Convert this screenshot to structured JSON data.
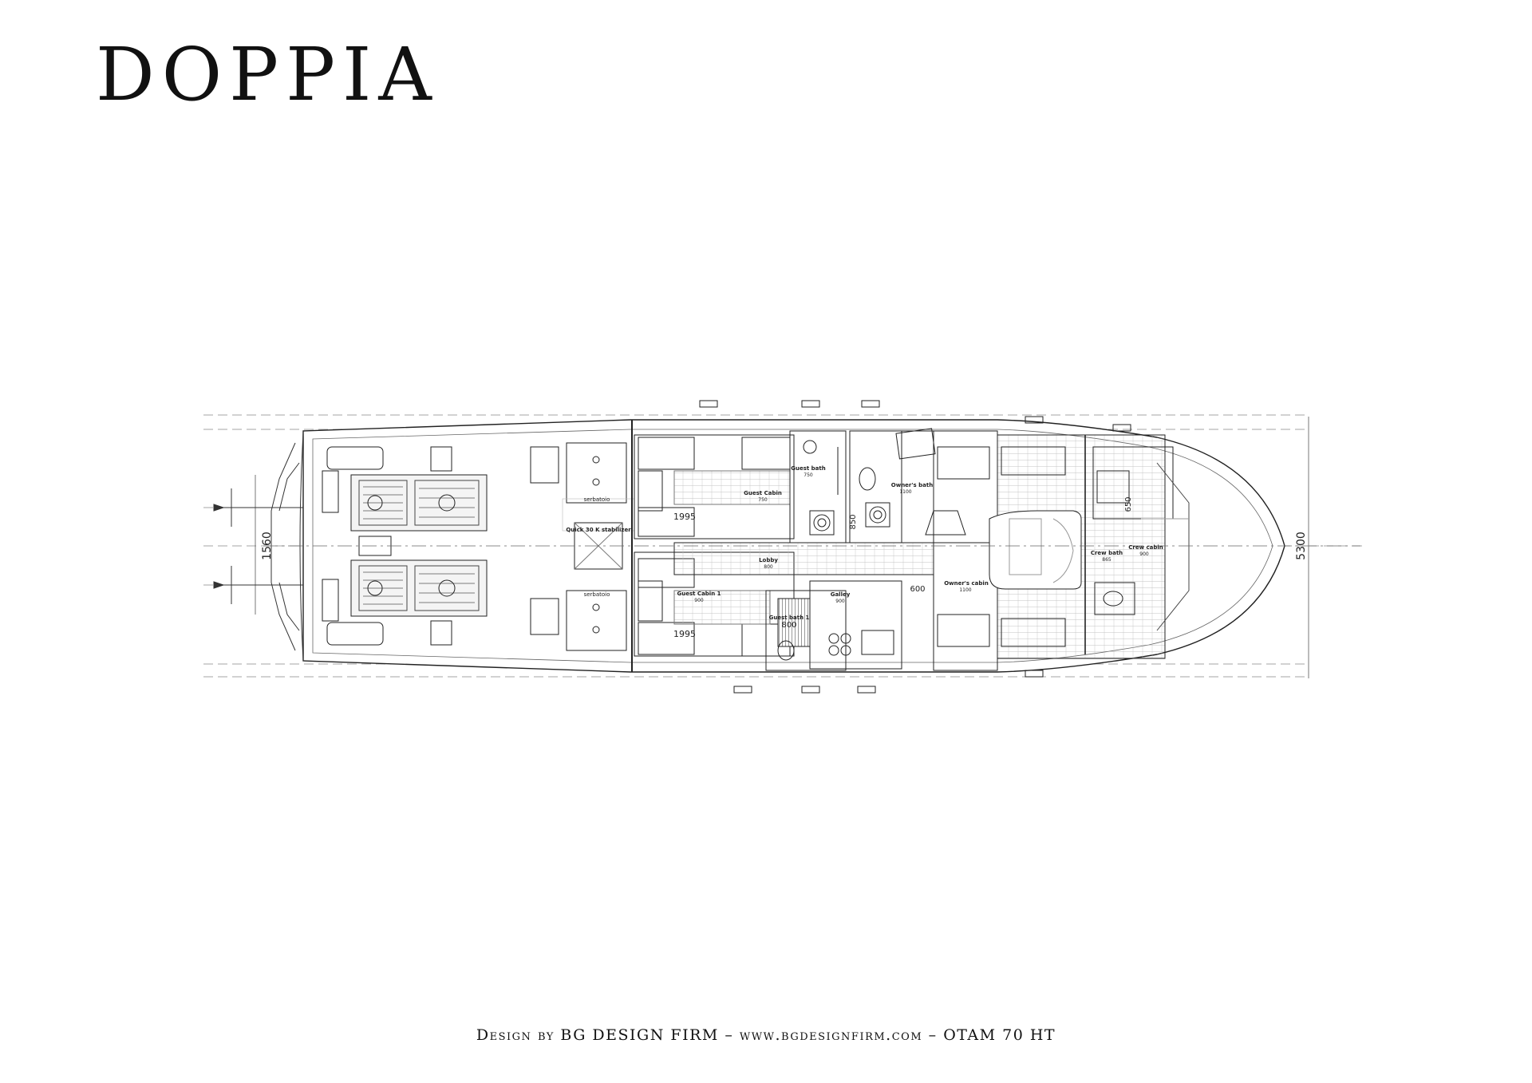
{
  "brand": {
    "name": "DOPPIA"
  },
  "dimensions": {
    "beam": "1560",
    "length": "5300",
    "aft_cabin_port": "1995",
    "aft_cabin_stbd": "1995",
    "guest_bath_1": "800",
    "passage": "850",
    "galley_side": "600",
    "crew_bath": "650"
  },
  "rooms": {
    "quick_stabilizer": "Quick 30 K stabilizer",
    "seakeeper_top": "serbatoio",
    "seakeeper_bottom": "serbatoio",
    "guest_cabin": "Guest Cabin",
    "guest_cabin_h": "750",
    "guest_bath": "Guest bath",
    "guest_bath_h": "750",
    "owners_bath": "Owner's bath",
    "owners_bath_h": "1100",
    "lobby": "Lobby",
    "lobby_h": "800",
    "guest_cabin_1": "Guest Cabin 1",
    "guest_cabin_1_h": "900",
    "guest_bath_1": "Guest bath 1",
    "galley": "Galley",
    "galley_h": "900",
    "owners_cabin": "Owner's cabin",
    "owners_cabin_h": "1100",
    "crew_bath": "Crew bath",
    "crew_bath_h": "865",
    "crew_cabin": "Crew cabin",
    "crew_cabin_h": "900"
  },
  "footer": {
    "text": "Design by BG DESIGN FIRM – www.bgdesignfirm.com – OTAM 70 HT"
  }
}
